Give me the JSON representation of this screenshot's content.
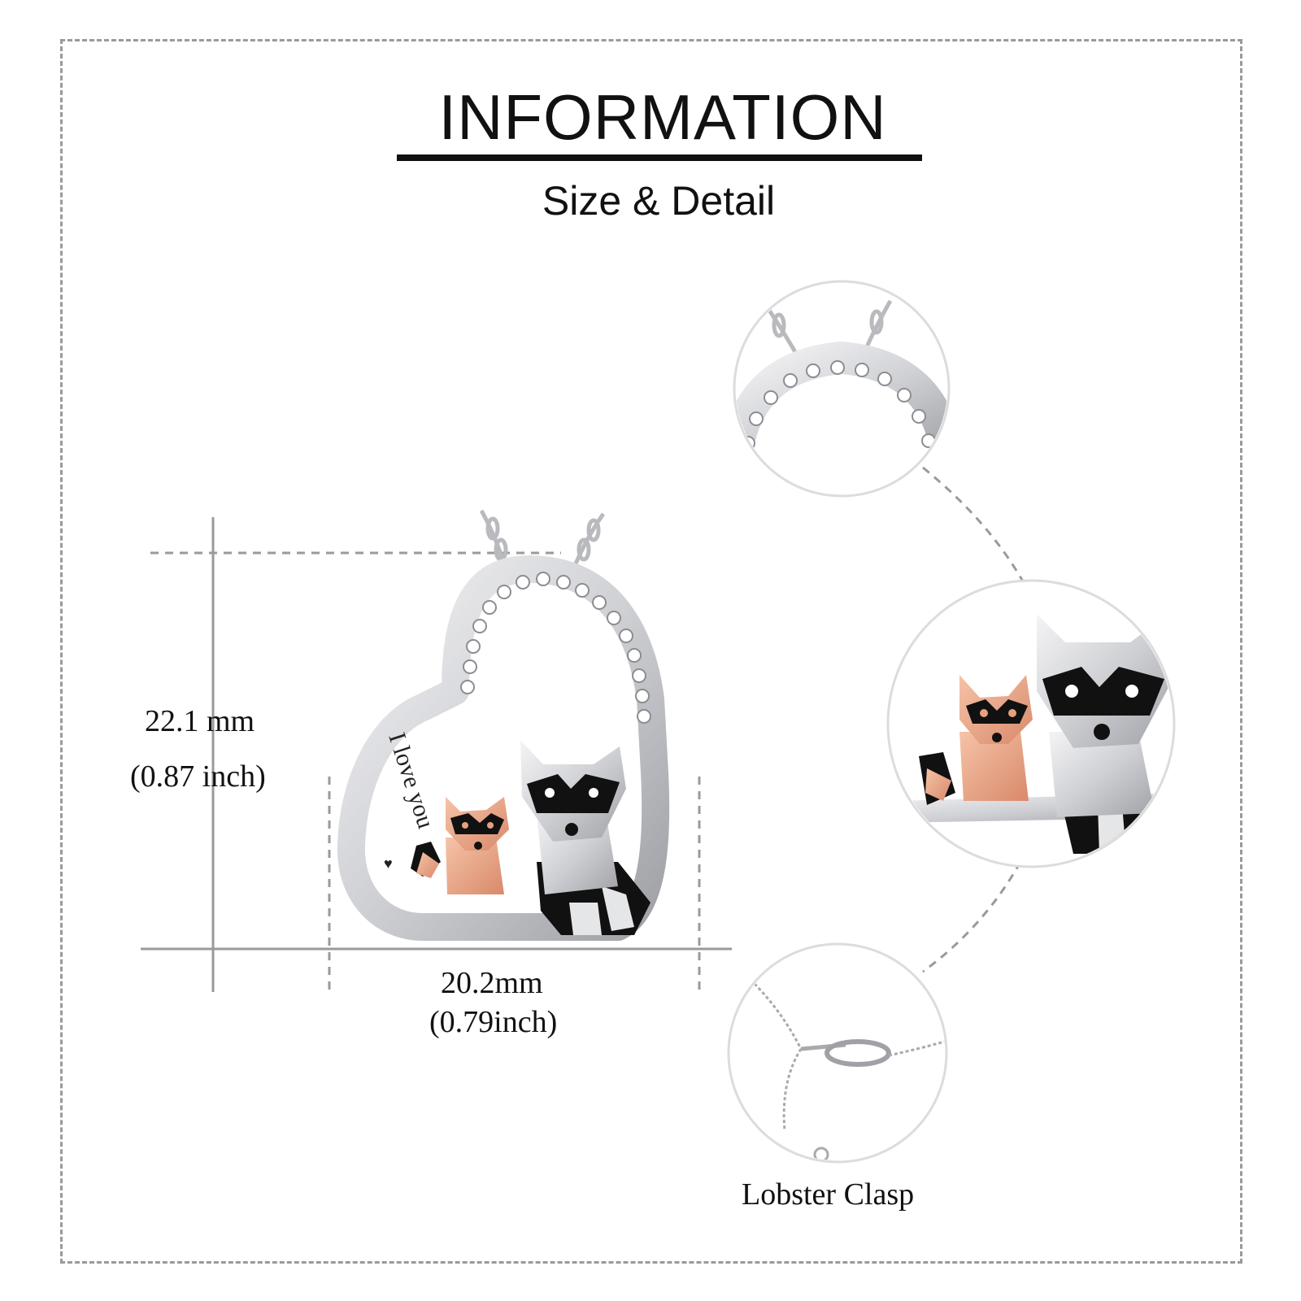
{
  "header": {
    "title": "INFORMATION",
    "subtitle": "Size & Detail"
  },
  "dimensions": {
    "height_mm": "22.1  mm",
    "height_inch": "(0.87  inch)",
    "width_mm": "20.2mm",
    "width_inch": "(0.79inch)"
  },
  "pendant": {
    "engraving": "I love you"
  },
  "details": {
    "clasp_label": "Lobster  Clasp"
  },
  "colors": {
    "silver": "#d9dadd",
    "rose_gold": "#e7a07e",
    "enamel_black": "#141414",
    "dashed_lines": "#9a9a9a"
  }
}
